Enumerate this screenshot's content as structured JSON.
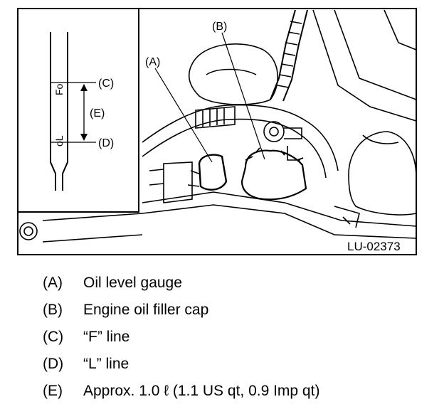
{
  "figure": {
    "id_label": "LU-02373",
    "callouts": {
      "a": "(A)",
      "b": "(B)",
      "c": "(C)",
      "d": "(D)",
      "e": "(E)"
    },
    "dipstick_marks": {
      "full": "Fo",
      "low": "oL"
    }
  },
  "legend": [
    {
      "key": "(A)",
      "text": "Oil level gauge"
    },
    {
      "key": "(B)",
      "text": "Engine oil filler cap"
    },
    {
      "key": "(C)",
      "text": "“F” line"
    },
    {
      "key": "(D)",
      "text": "“L” line"
    },
    {
      "key": "(E)",
      "text": "Approx. 1.0 ℓ (1.1 US qt, 0.9 Imp qt)"
    }
  ]
}
